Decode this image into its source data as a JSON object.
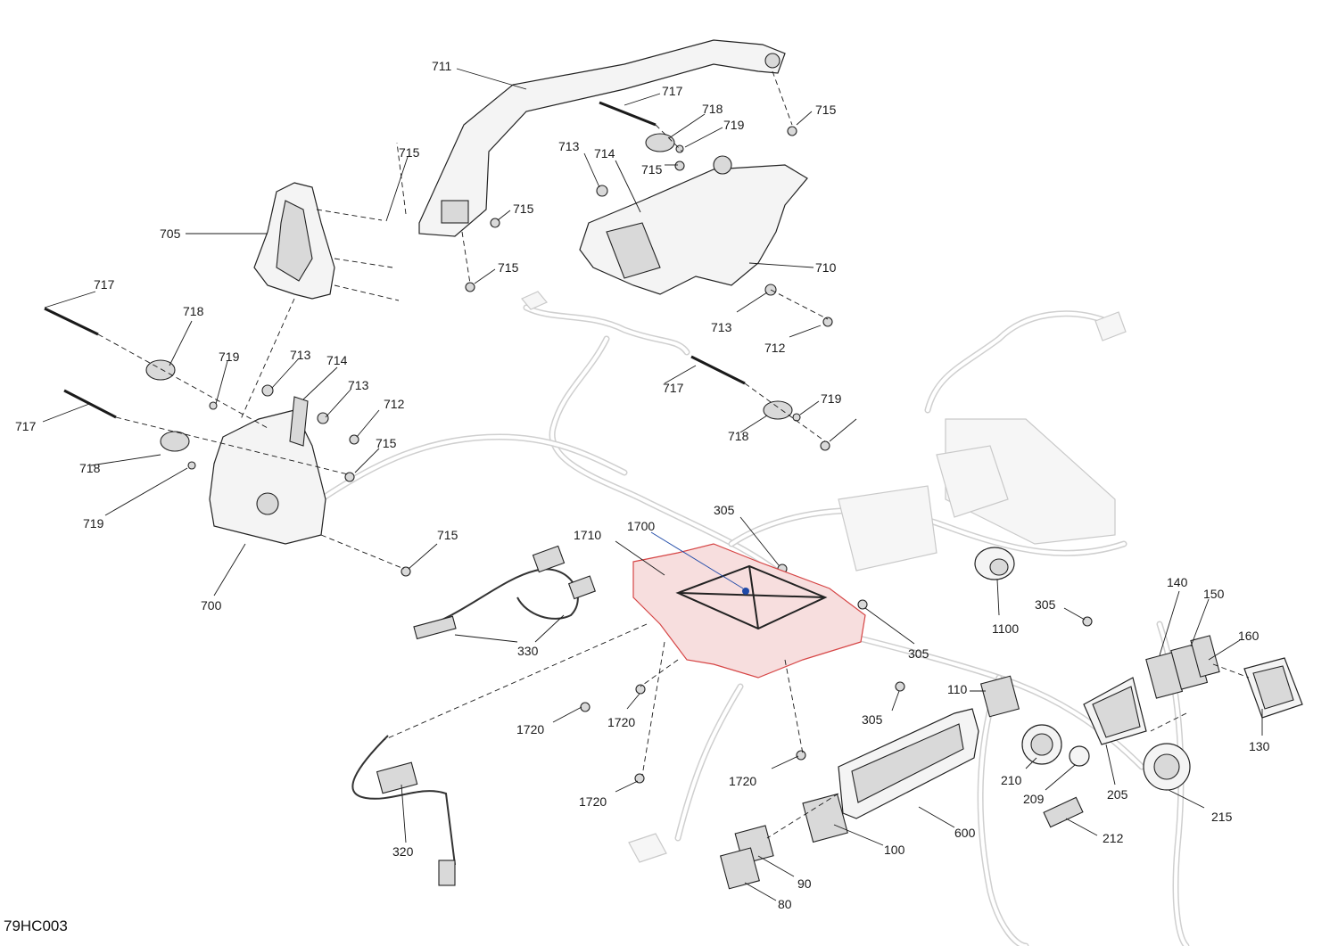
{
  "drawing_code": "79HC003",
  "callouts": [
    "711",
    "717",
    "718",
    "719",
    "715",
    "715",
    "713",
    "714",
    "715",
    "715",
    "705",
    "710",
    "713",
    "712",
    "717",
    "718",
    "719",
    "713",
    "714",
    "713",
    "712",
    "715",
    "717",
    "718",
    "719",
    "717",
    "718",
    "719",
    "715",
    "715",
    "700",
    "1710",
    "1700",
    "305",
    "305",
    "305",
    "305",
    "330",
    "1100",
    "140",
    "150",
    "160",
    "130",
    "110",
    "1720",
    "1720",
    "1720",
    "1720",
    "210",
    "209",
    "205",
    "215",
    "212",
    "600",
    "100",
    "90",
    "80",
    "320"
  ],
  "colors": {
    "highlight": "#d64545",
    "line": "#1a1a1a",
    "ghost": "#cfcfcf"
  }
}
